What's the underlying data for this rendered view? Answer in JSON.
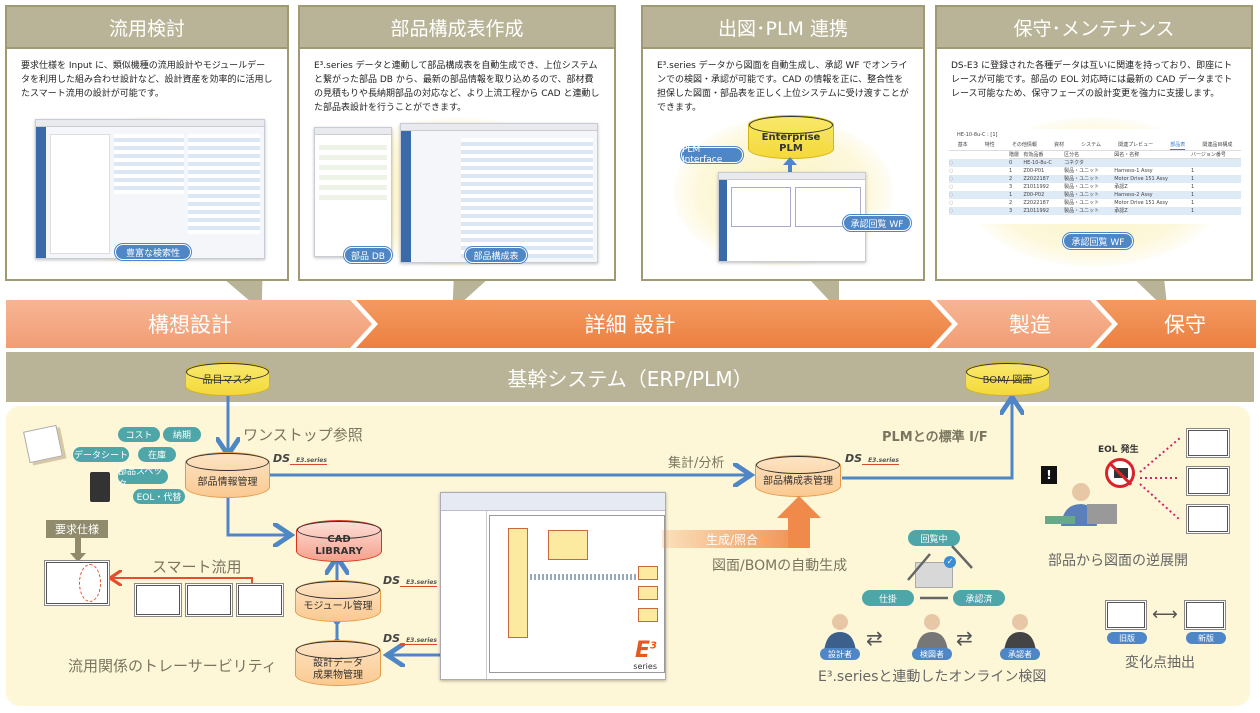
{
  "panels": [
    {
      "title": "流用検討",
      "description": "要求仕様を Input に、類似機種の流用設計やモジュールデータを利用した組み合わせ設計など、設計資産を効率的に活用したスマート流用の設計が可能です。",
      "badges": [
        "豊富な検索性"
      ]
    },
    {
      "title": "部品構成表作成",
      "description": "E³.series データと連動して部品構成表を自動生成でき、上位システムと繋がった部品 DB から、最新の部品情報を取り込めるので、部材費の見積もりや長納期部品の対応など、より上流工程から CAD と連動した部品表設計を行うことができます。",
      "badges": [
        "部品 DB",
        "部品構成表"
      ]
    },
    {
      "title": "出図･PLM 連携",
      "description": "E³.series データから図面を自動生成し、承認 WF でオンラインでの検図・承認が可能です。CAD の情報を正に、整合性を担保した図面・部品表を正しく上位システムに受け渡すことができます。",
      "badges": [
        "PLM Interface",
        "承認回覧 WF"
      ],
      "database": "Enterprise PLM"
    },
    {
      "title": "保守･メンテナンス",
      "description": "DS-E3 に登録された各種データは互いに関連を持っており、即座にトレースが可能です。部品の EOL 対応時には最新の CAD データまでトレース可能なため、保守フェーズの設計変更を強力に支援します。",
      "badges": [
        "承認回覧 WF"
      ],
      "table": {
        "window_title": "HE-10-8u-C : [1]",
        "tabs": [
          "基本",
          "特性",
          "その他情報",
          "資材",
          "システム",
          "関連プレビュー",
          "部品表",
          "関連品目構成"
        ],
        "active_tab": "部品表",
        "columns": [
          "階層",
          "有効品番",
          "区分名",
          "図名・名称",
          "バージョン番号"
        ],
        "rows": [
          [
            "0",
            "HE-10-8u-C",
            "コネクタ",
            "",
            ""
          ],
          [
            "1",
            "Z00-P01",
            "製品・ユニット",
            "Harness-1 Assy",
            "1"
          ],
          [
            "2",
            "Z2022187",
            "製品・ユニット",
            "Motor Drive 151 Assy",
            "1"
          ],
          [
            "3",
            "Z1011992",
            "製品・ユニット",
            "承認Z",
            "1"
          ],
          [
            "1",
            "Z00-P02",
            "製品・ユニット",
            "Harness-2 Assy",
            "1"
          ],
          [
            "2",
            "Z2022187",
            "製品・ユニット",
            "Motor Drive 151 Assy",
            "1"
          ],
          [
            "3",
            "Z1011992",
            "製品・ユニット",
            "承認Z",
            "1"
          ]
        ]
      }
    }
  ],
  "flow": [
    "構想設計",
    "詳細 設計",
    "製造",
    "保守"
  ],
  "base_system": {
    "title": "基幹システム（ERP/PLM）",
    "db_left": "品目マスタ",
    "db_right": "BOM/ 図面"
  },
  "colors": {
    "panel_header": "#b9b497",
    "flow_light": "#f4a582",
    "flow_dark": "#f08a4b",
    "arrow_blue": "#4f86c6",
    "teal": "#4ea6a8",
    "bottom_bg": "#fdf7d8"
  },
  "bottom": {
    "one_stop": "ワンストップ参照",
    "tags": [
      "コスト",
      "納期",
      "データシート",
      "在庫",
      "部品スペック",
      "EOL・代替"
    ],
    "parts_db": "部品情報管理",
    "cad_library": [
      "CAD",
      "LIBRARY"
    ],
    "module_db": "モジュール管理",
    "design_db": [
      "設計データ",
      "成果物管理"
    ],
    "requirement": "要求仕様",
    "smart_reuse": "スマート流用",
    "traceability": "流用関係のトレーサービリティ",
    "aggregate": "集計/分析",
    "bom_db": "部品構成表管理",
    "plm_if": "PLMとの標準 I/F",
    "generate": "生成/照合",
    "auto_gen": "図面/BOMの自動生成",
    "ds_logo": "DS",
    "ds_sub": "E3.series",
    "e3_logo": "series",
    "workflow": {
      "states": [
        "回覧中",
        "仕掛",
        "承認済"
      ],
      "roles": [
        "設計者",
        "検図者",
        "承認者"
      ],
      "caption": "E³.seriesと連動したオンライン検図"
    },
    "eol": {
      "label": "EOL 発生",
      "caption": "部品から図面の逆展開"
    },
    "diff": {
      "old": "旧版",
      "new": "新版",
      "caption": "変化点抽出"
    }
  }
}
